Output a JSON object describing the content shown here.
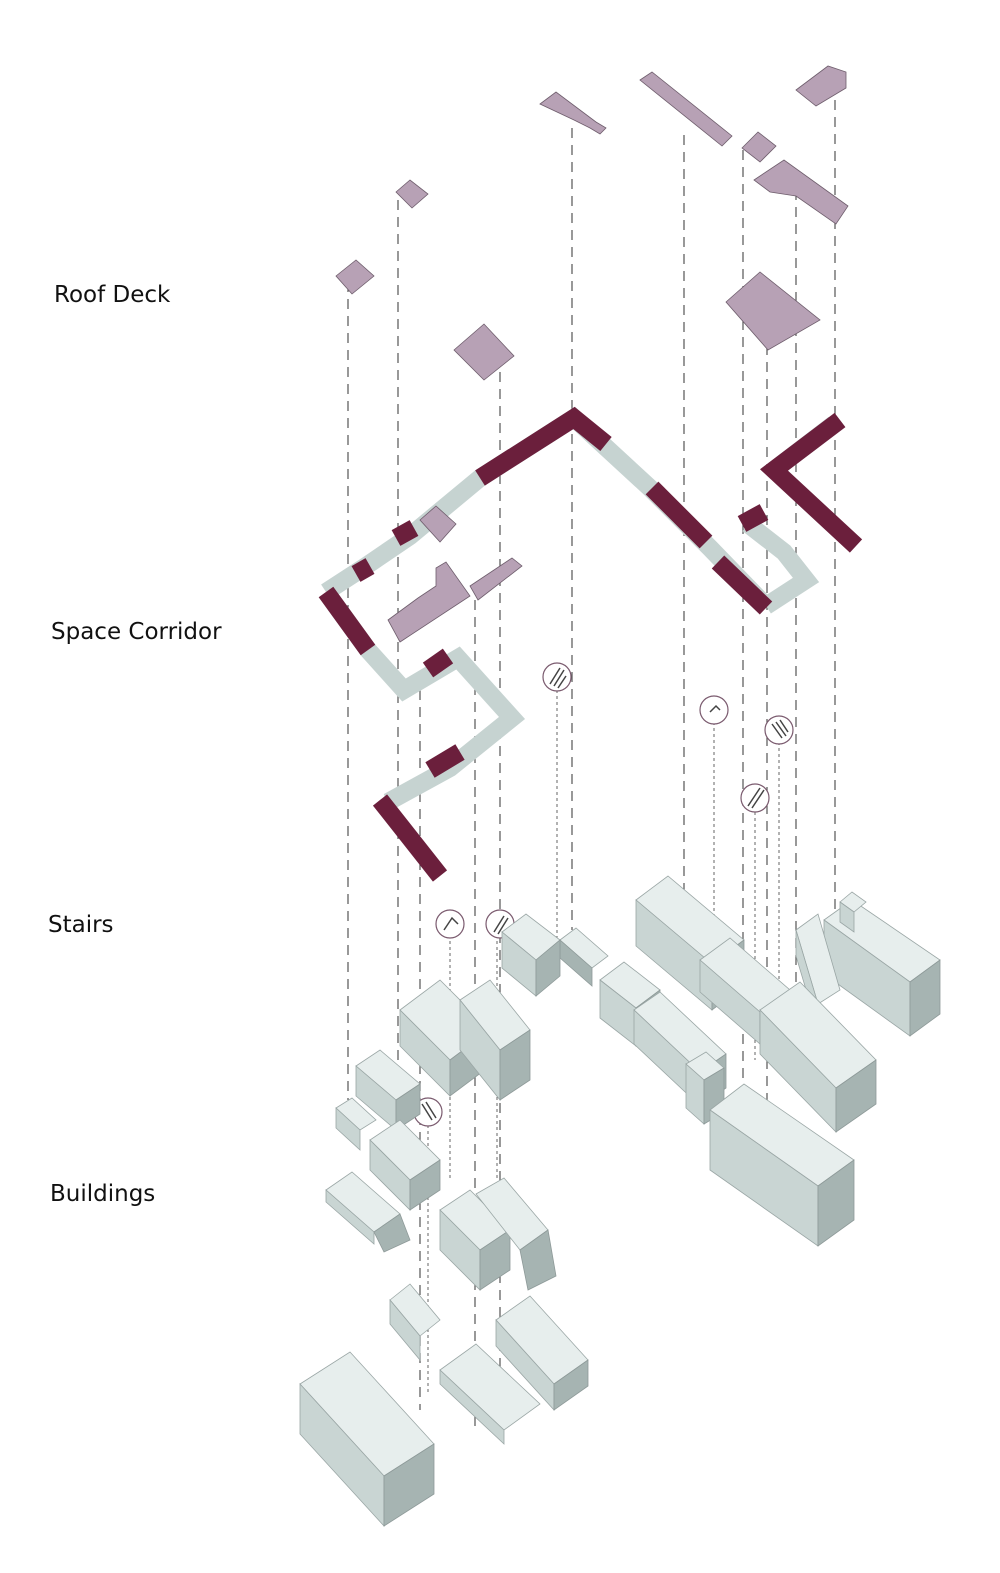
{
  "labels": {
    "roof_deck": "Roof Deck",
    "space_corridor": "Space Corridor",
    "stairs": "Stairs",
    "buildings": "Buildings"
  },
  "colors": {
    "background": "#ffffff",
    "roof_deck": "#b7a1b5",
    "corridor_light": "#c6d3d1",
    "corridor_dark": "#6b1f3c",
    "building_light": "#e7eeed",
    "building_mid": "#c9d5d3",
    "building_dark": "#a6b4b2",
    "stair_ring": "#7a5a6e",
    "guide_line": "#555555"
  },
  "icons": [
    "stair-icon"
  ]
}
